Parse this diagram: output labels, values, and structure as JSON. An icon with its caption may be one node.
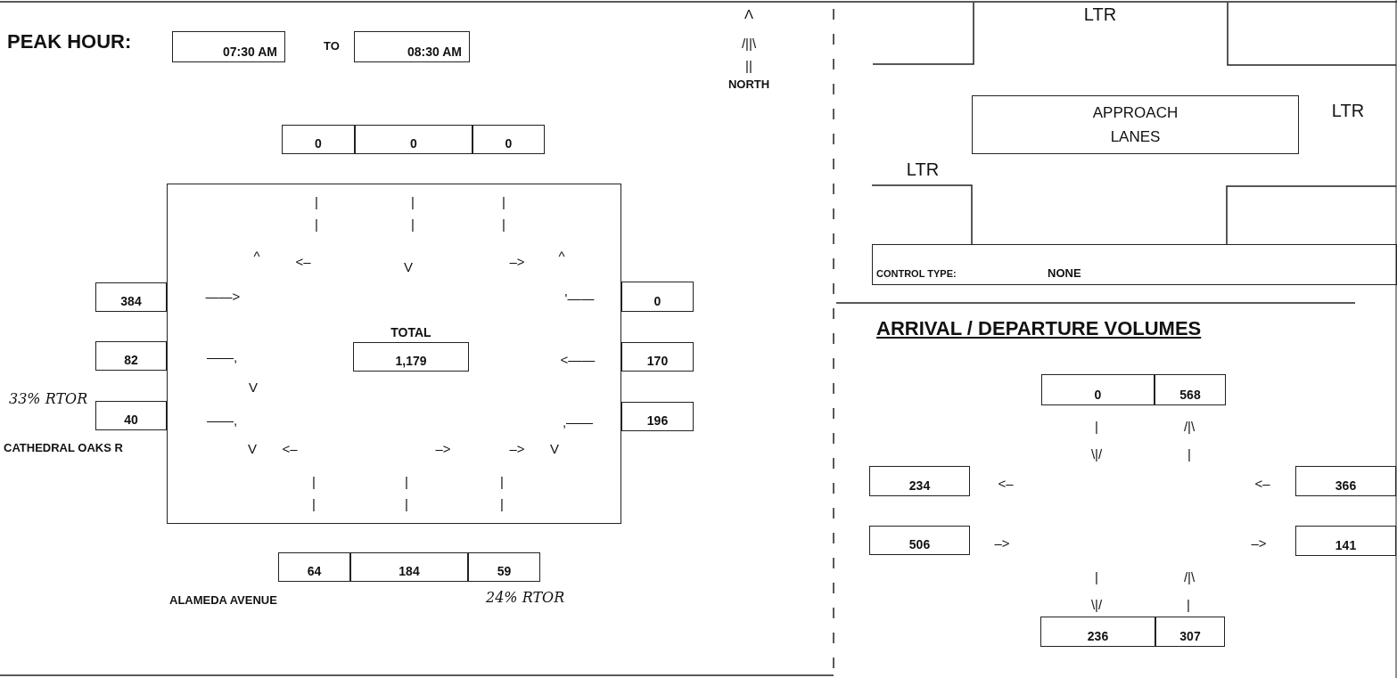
{
  "diagram": {
    "nodes": [
      {
        "text": [
          "07:30 AM"
        ]
      },
      {
        "text": [
          "08:30 AM"
        ]
      },
      {
        "text": [
          "0"
        ]
      },
      {
        "text": [
          "0"
        ]
      },
      {
        "text": [
          "0"
        ]
      },
      {
        "text": [
          "APPROACH LANES"
        ]
      },
      {
        "text": [],
        "shape": "box"
      },
      {
        "text": [
          "TOTAL",
          "1,179"
        ],
        "in": 6
      },
      {
        "text": [
          "CONTROL TYPE:",
          "NONE"
        ]
      },
      {
        "text": [
          "384"
        ]
      },
      {
        "text": [
          "0"
        ]
      },
      {
        "text": [
          "82"
        ]
      },
      {
        "text": [
          "170"
        ]
      },
      {
        "text": [
          "40"
        ]
      },
      {
        "text": [
          "196"
        ]
      },
      {
        "text": [
          "0"
        ]
      },
      {
        "text": [
          "568"
        ]
      },
      {
        "text": [
          "234"
        ]
      },
      {
        "text": [
          "366"
        ]
      },
      {
        "text": [
          "506"
        ]
      },
      {
        "text": [
          "141"
        ]
      },
      {
        "text": [
          "64"
        ]
      },
      {
        "text": [
          "184"
        ]
      },
      {
        "text": [
          "59"
        ]
      },
      {
        "text": [
          "236"
        ]
      },
      {
        "text": [
          "307"
        ]
      }
    ],
    "labels": [
      "Λ",
      "PEAK HOUR:",
      "TO",
      "LTR",
      "/||\\",
      "||",
      "NORTH",
      "LTR",
      "LTR",
      "| |",
      "| |",
      "| |",
      "^",
      "<–",
      "V",
      "–>",
      "^",
      "——>",
      "'——",
      "ARRIVAL / DEPARTURE VOLUMES",
      "——,",
      "<——",
      "V",
      "33% RTOR",
      "——,",
      ",——",
      "CATHEDRAL OAKS R",
      "V",
      "<–",
      "–>",
      "–>",
      "V",
      "| |",
      "| |",
      "| |",
      "ALAMEDA AVENUE",
      "24% RTOR",
      "|",
      "/|\\",
      "\\|/",
      "|",
      "<–",
      "<–",
      "–>",
      "–>",
      "|",
      "/|\\",
      "\\|/",
      "|"
    ]
  }
}
